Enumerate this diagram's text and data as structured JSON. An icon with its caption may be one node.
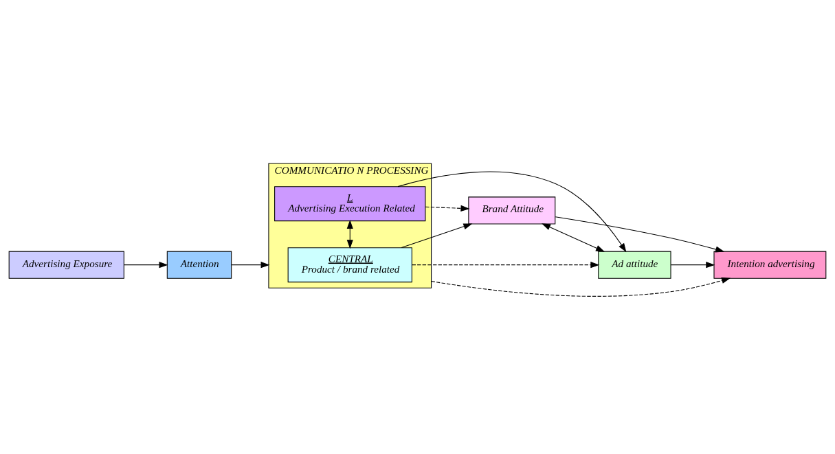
{
  "diagram": {
    "nodes": [
      {
        "text": [
          "Advertising Exposure"
        ]
      },
      {
        "text": [
          "Attention"
        ]
      },
      {
        "text": [
          "COMMUNICATIO N PROCESSING"
        ]
      },
      {
        "text": [
          "CENTRAL",
          "Product / brand related"
        ],
        "in": 2
      },
      {
        "text": [
          "L",
          "Advertising Execution Related"
        ],
        "in": 2
      },
      {
        "text": [
          "Brand Attitude"
        ]
      },
      {
        "text": [
          "Ad attitude"
        ]
      },
      {
        "text": [
          "Intention advertising"
        ]
      }
    ],
    "edges": [
      {
        "from": 0,
        "to": 1,
        "arrow": "to"
      },
      {
        "from": 1,
        "to": 2,
        "arrow": "to"
      },
      {
        "from": 3,
        "to": 4,
        "arrow": "both"
      },
      {
        "from": 3,
        "to": 5,
        "arrow": "to"
      },
      {
        "from": 3,
        "to": 6,
        "arrow": "to",
        "style": "dashed"
      },
      {
        "from": 4,
        "to": 6,
        "arrow": "to"
      },
      {
        "from": 4,
        "to": 5,
        "arrow": "to",
        "style": "dashed"
      },
      {
        "from": 2,
        "to": 7,
        "arrow": "to",
        "style": "dashed"
      },
      {
        "from": 5,
        "to": 6,
        "arrow": "both"
      },
      {
        "from": 5,
        "to": 7,
        "arrow": "to"
      },
      {
        "from": 6,
        "to": 7,
        "arrow": "to"
      }
    ]
  }
}
